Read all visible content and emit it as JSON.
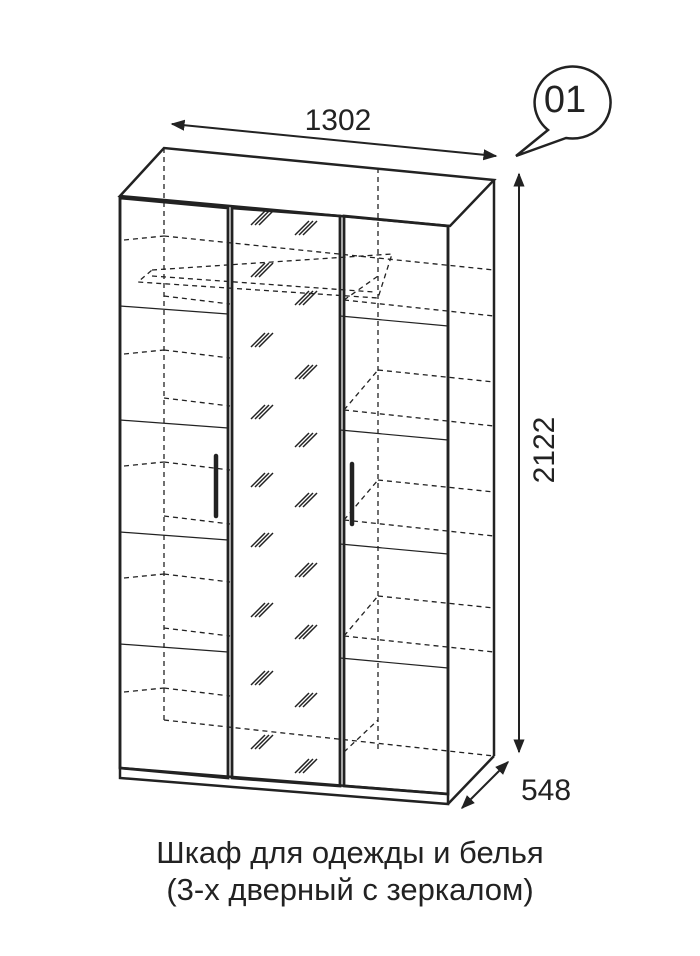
{
  "badge": {
    "number": "01"
  },
  "dimensions": {
    "width": "1302",
    "height": "2122",
    "depth": "548"
  },
  "caption": {
    "line1": "Шкаф для одежды и белья",
    "line2": "(3-х дверный с зеркалом)"
  }
}
